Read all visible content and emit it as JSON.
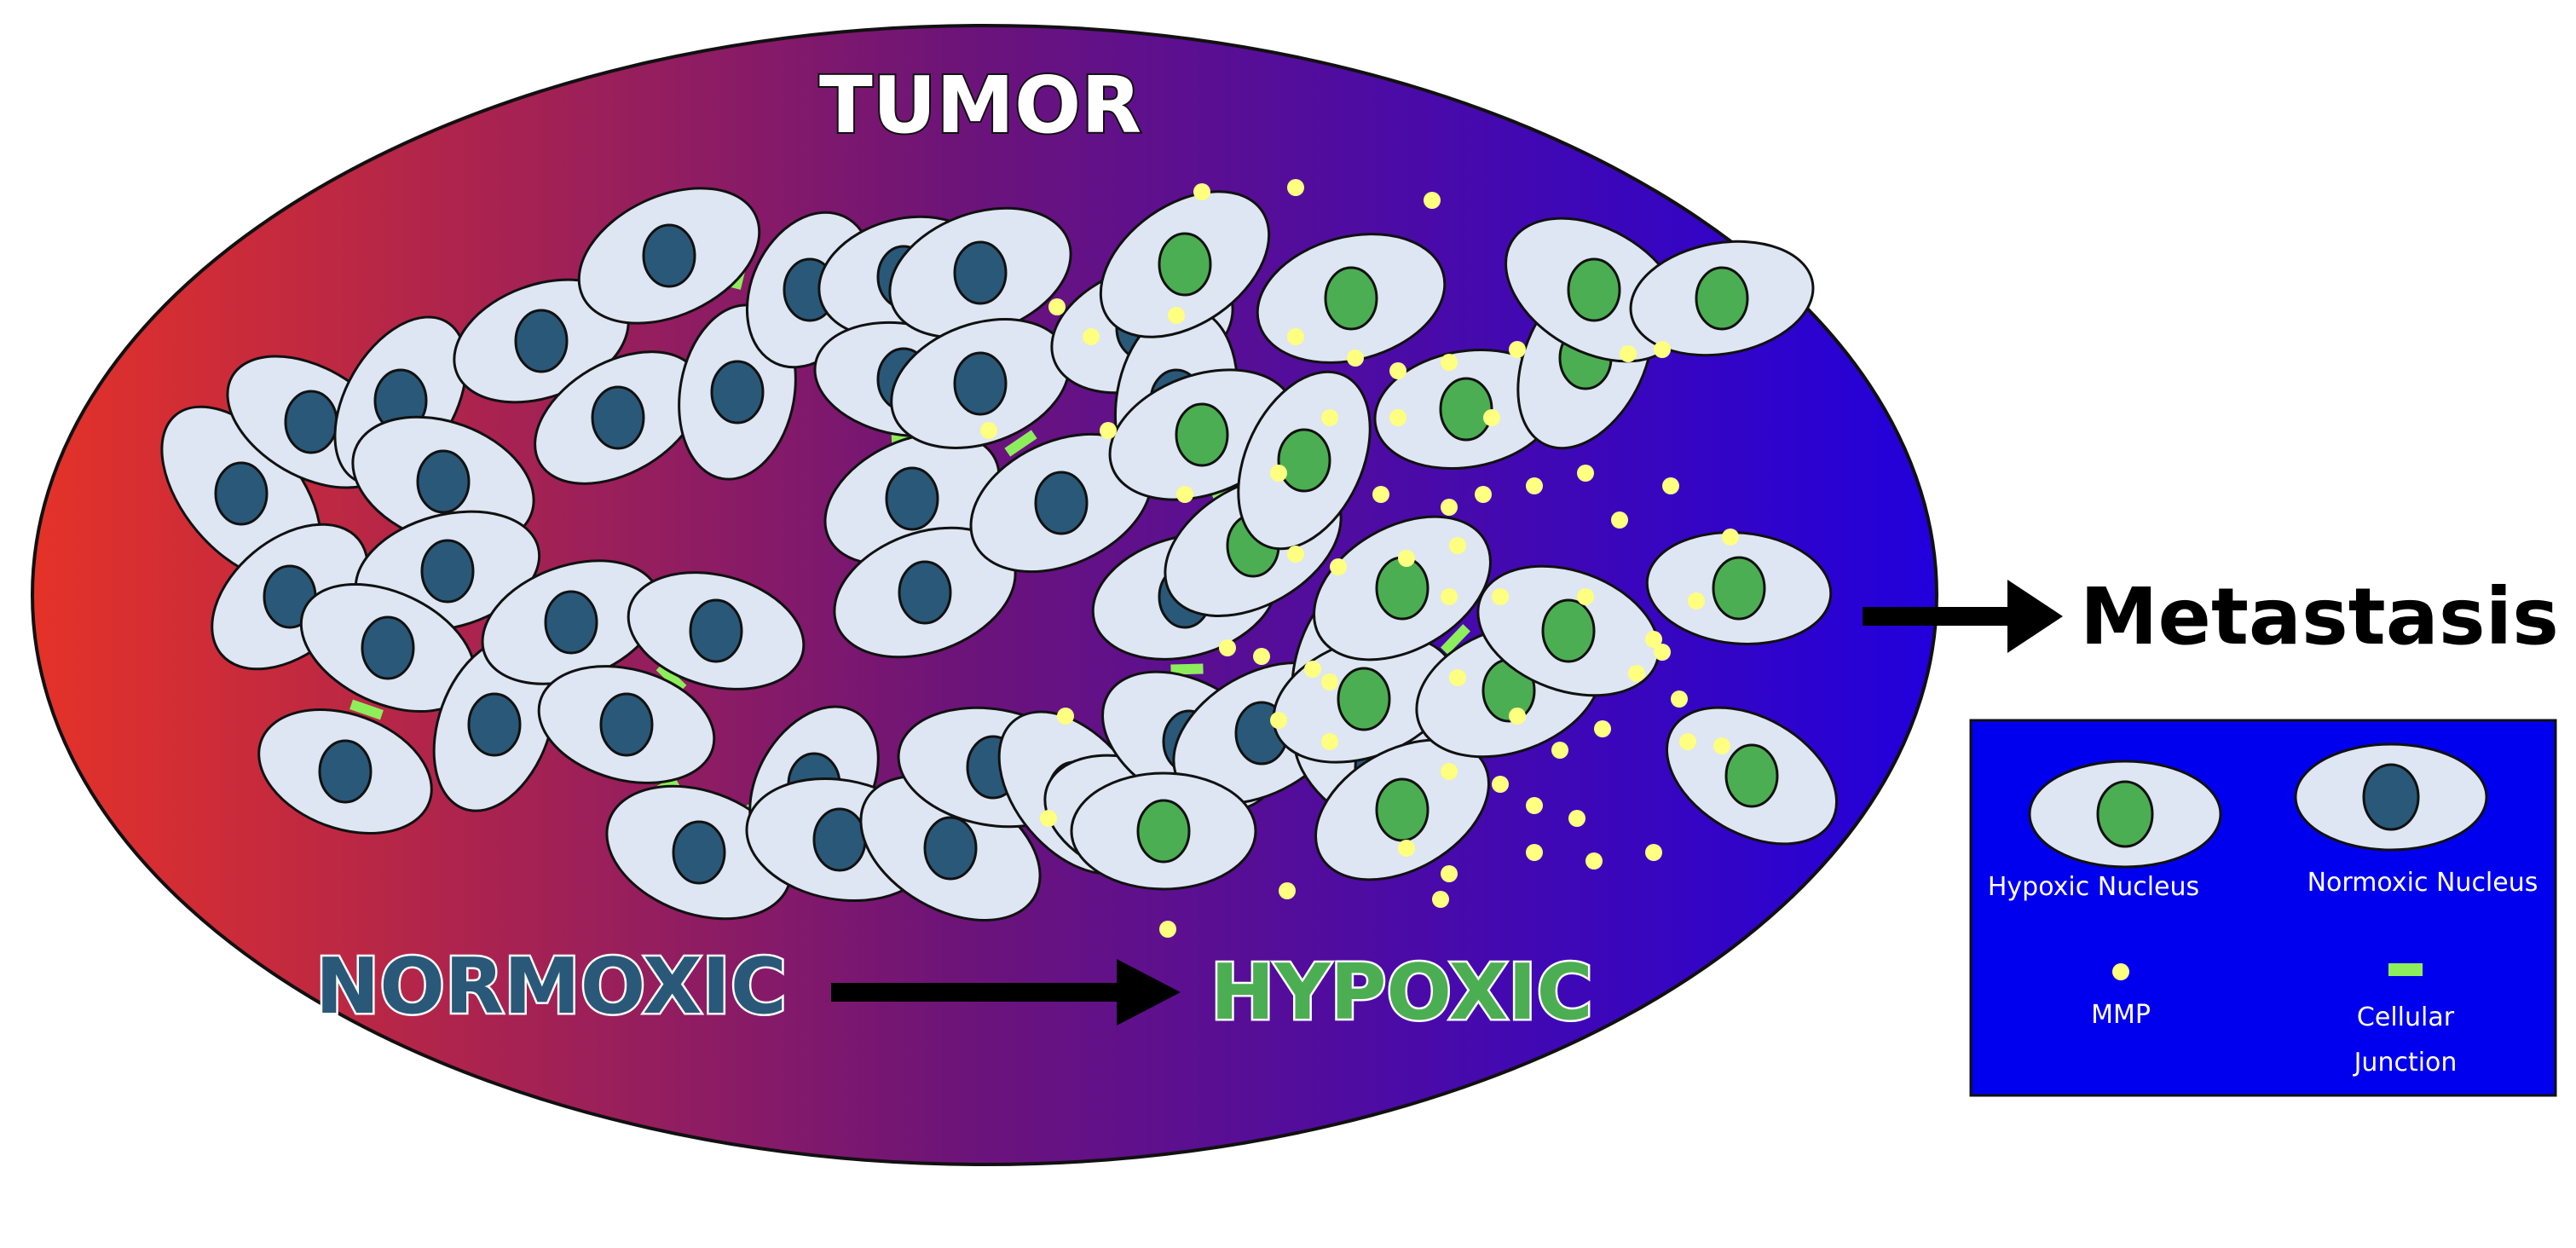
{
  "diagram": {
    "tumor_label": "TUMOR",
    "normoxic_label": "NORMOXIC",
    "hypoxic_label": "HYPOXIC",
    "metastasis_label": "Metastasis"
  },
  "legend": {
    "hypoxic_nucleus": "Hypoxic Nucleus",
    "normoxic_nucleus": "Normoxic Nucleus",
    "mmp": "MMP",
    "cellular_junction_line1": "Cellular",
    "cellular_junction_line2": "Junction"
  },
  "colors": {
    "tumor_gradient_left": "#e53228",
    "tumor_gradient_mid": "#6e1478",
    "tumor_gradient_right": "#2200dc",
    "cell_fill": "#dde6f2",
    "normoxic_nucleus": "#2a5878",
    "hypoxic_nucleus": "#4cae52",
    "mmp_dot": "#ffff80",
    "junction": "#8cee5a",
    "legend_bg": "#0000ee",
    "arrow": "#000000"
  }
}
